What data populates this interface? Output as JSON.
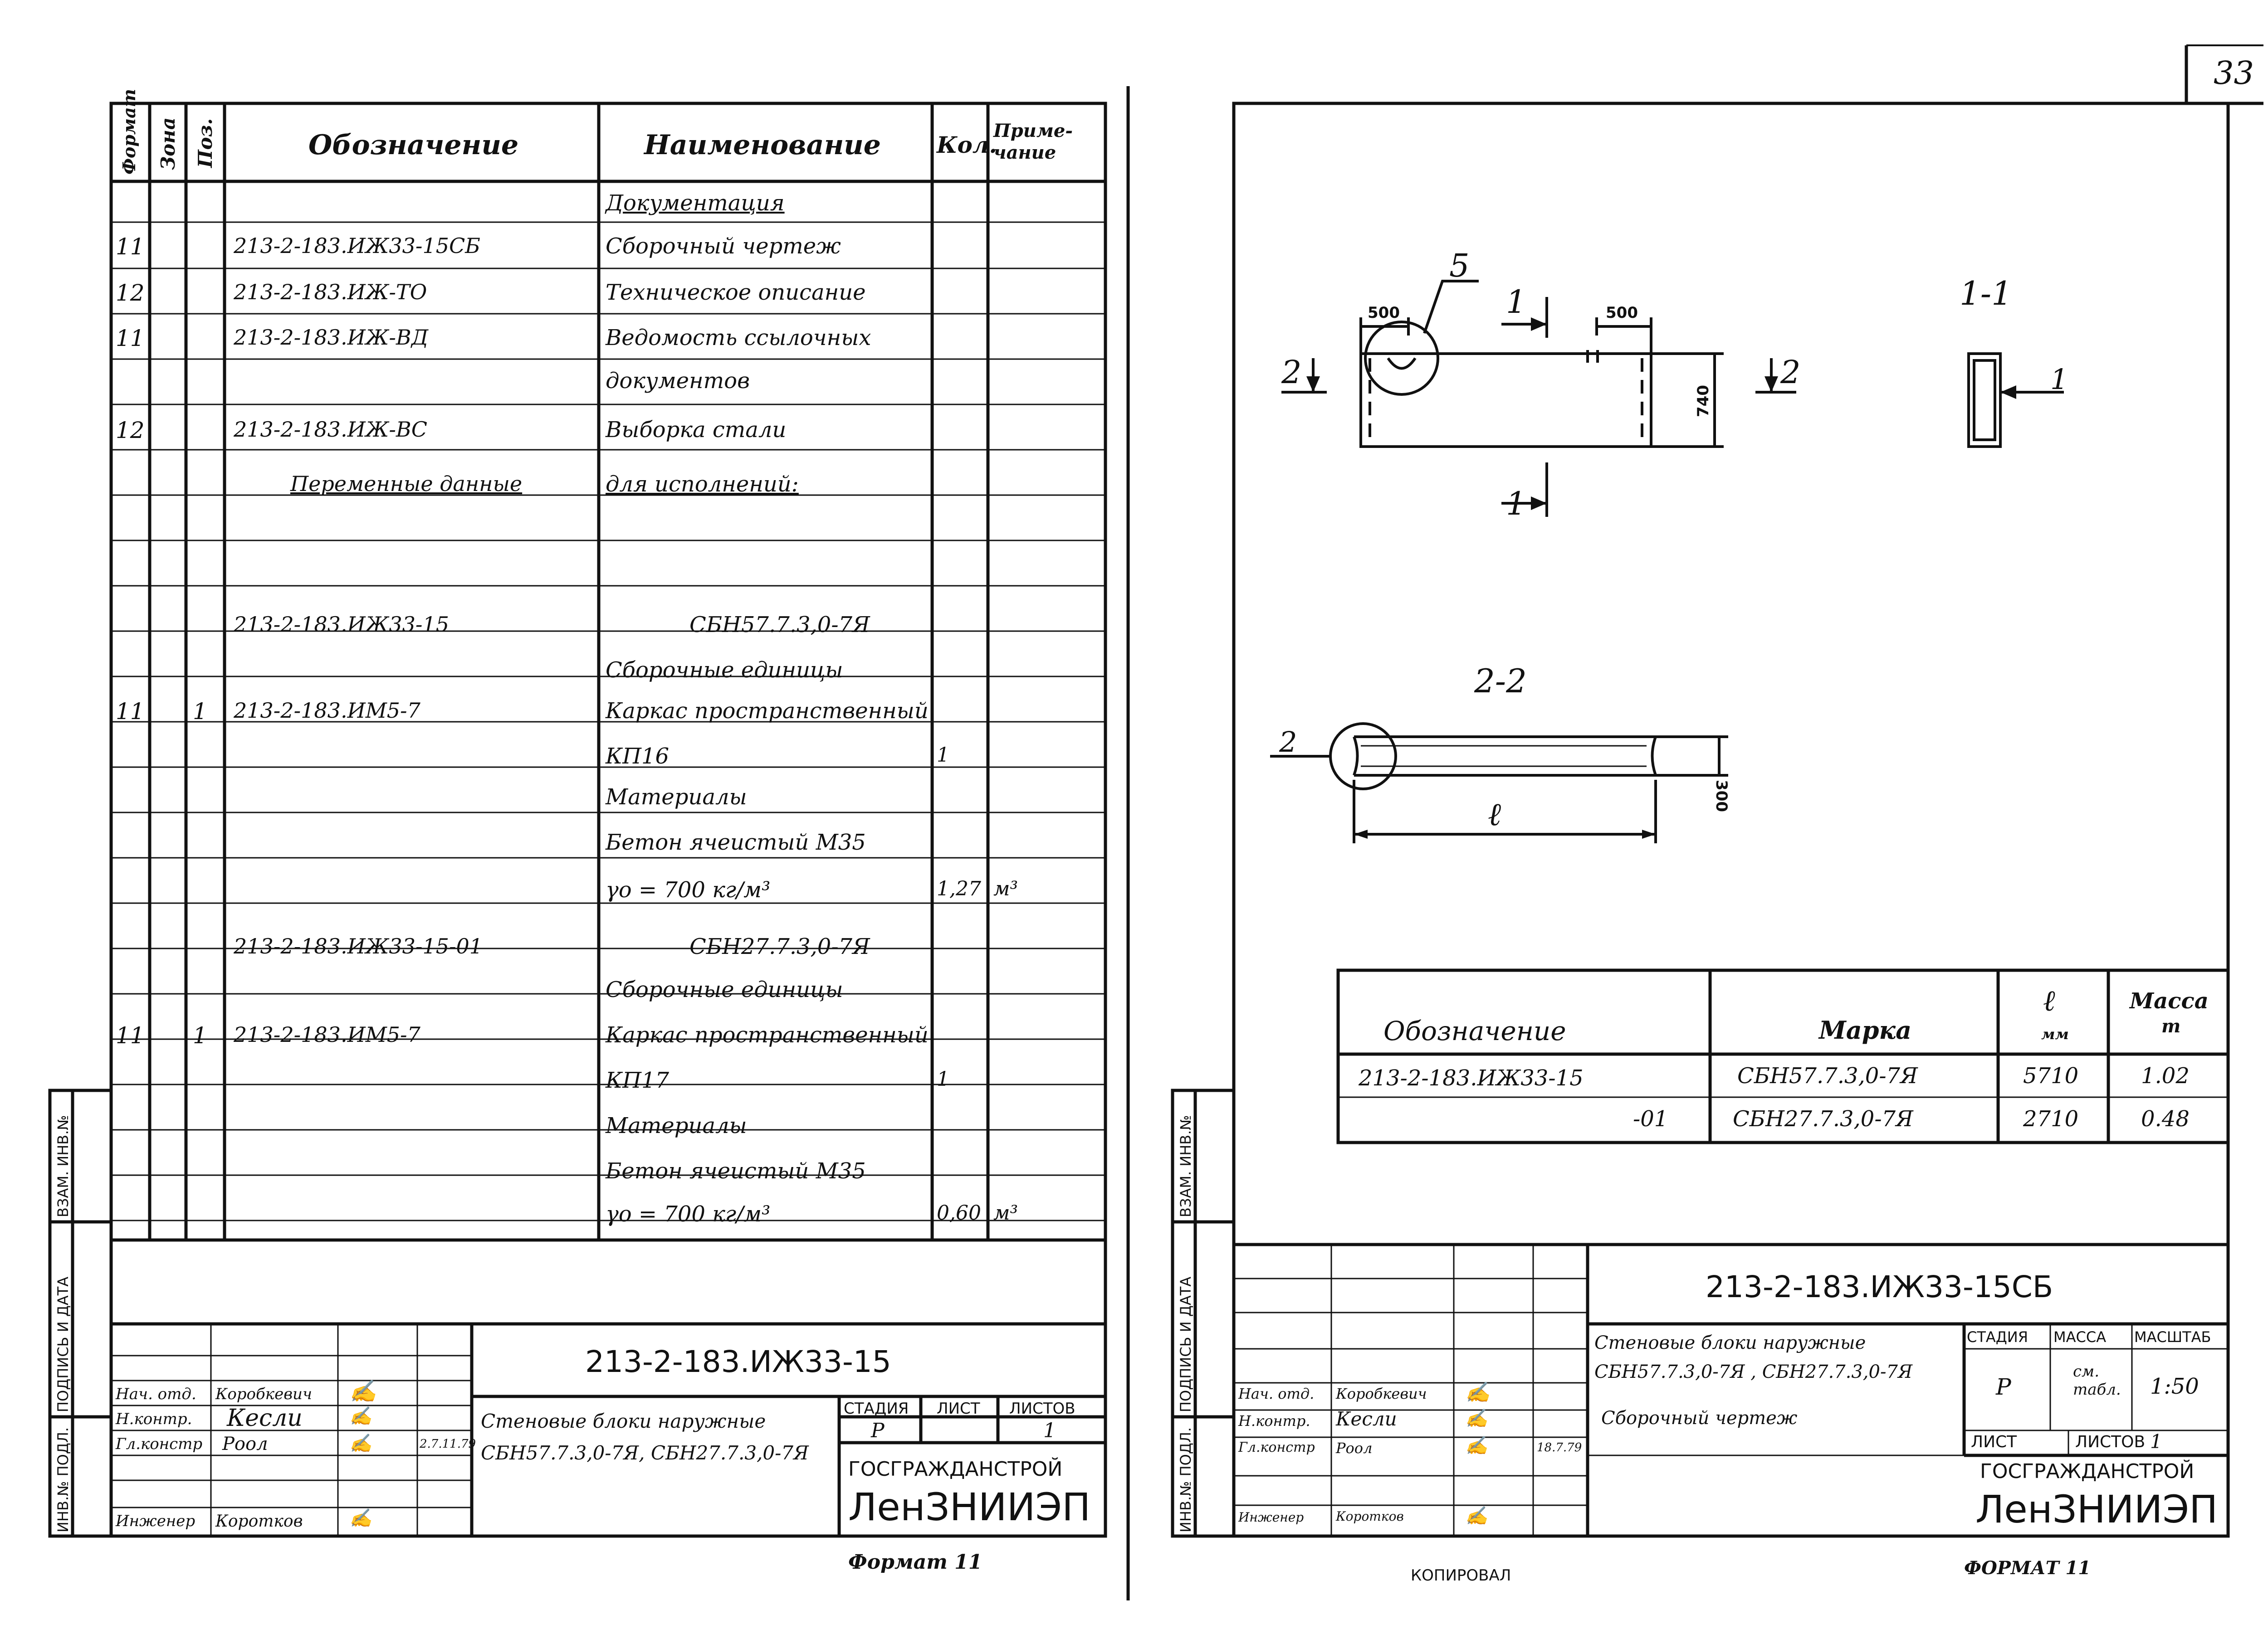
{
  "page_number": "33",
  "left_sheet": {
    "headers": {
      "format": "Формат",
      "zone": "Зона",
      "pos": "Поз.",
      "designation": "Обозначение",
      "name": "Наименование",
      "qty": "Кол.",
      "note": "Приме-\nчание"
    },
    "rows": [
      {
        "name": "Документация"
      },
      {
        "fmt": "11",
        "des": "213-2-183.ИЖ33-15СБ",
        "name": "Сборочный чертеж"
      },
      {
        "fmt": "12",
        "des": "213-2-183.ИЖ-ТО",
        "name": "Техническое описание"
      },
      {
        "fmt": "11",
        "des": "213-2-183.ИЖ-ВД",
        "name": "Ведомость ссылочных"
      },
      {
        "name": "документов"
      },
      {
        "fmt": "12",
        "des": "213-2-183.ИЖ-ВС",
        "name": "Выборка стали"
      },
      {
        "des": "Переменные данные",
        "name": "для исполнений:"
      },
      {
        "des": "213-2-183.ИЖ33-15",
        "name": "СБН57.7.3,0-7Я"
      },
      {
        "name": "Сборочные единицы"
      },
      {
        "fmt": "11",
        "pos": "1",
        "des": "213-2-183.ИМ5-7",
        "name": "Каркас пространственный"
      },
      {
        "name": "КП16",
        "qty": "1"
      },
      {
        "name": "Материалы"
      },
      {
        "name": "Бетон ячеистый М35"
      },
      {
        "name": "γo = 700 кг/м³",
        "qty": "1,27",
        "note": "м³"
      },
      {
        "des": "213-2-183.ИЖ33-15-01",
        "name": "СБН27.7.3,0-7Я"
      },
      {
        "name": "Сборочные единицы"
      },
      {
        "fmt": "11",
        "pos": "1",
        "des": "213-2-183.ИМ5-7",
        "name": "Каркас пространственный"
      },
      {
        "name": "КП17",
        "qty": "1"
      },
      {
        "name": "Материалы"
      },
      {
        "name": "Бетон ячеистый М35"
      },
      {
        "name": "γo = 700 кг/м³",
        "qty": "0,60",
        "note": "м³"
      }
    ],
    "title_block": {
      "doc_code": "213-2-183.ИЖ33-15",
      "title": "Стеновые блоки наружные\nСБН57.7.3,0-7Я, СБН27.7.3,0-7Я",
      "roles": [
        "Нач. отд.",
        "Н.контр.",
        "Гл.констр",
        "Инженер"
      ],
      "names": [
        "Коробкевич",
        "Кесли",
        "Роол",
        "Коротков"
      ],
      "date": "2.7.11.79",
      "stage_label": "СТАДИЯ",
      "sheet_label": "ЛИСТ",
      "sheets_label": "ЛИСТОВ",
      "stage": "Р",
      "sheet": "",
      "sheets": "1",
      "org": "ГОСГРАЖДАНСТРОЙ",
      "institute": "ЛенЗНИИЭП"
    },
    "side_labels": [
      "ИНВ.№ ПОДЛ.",
      "ПОДПИСЬ И ДАТА",
      "ВЗАМ. ИНВ.№"
    ],
    "format_note": "Формат 11"
  },
  "right_sheet": {
    "drawing": {
      "dims": [
        "500",
        "500",
        "740",
        "300"
      ],
      "leaders": [
        "5",
        "1",
        "1",
        "2",
        "2",
        "1",
        "2"
      ],
      "section_labels": [
        "1-1",
        "2-2"
      ],
      "length_symbol": "ℓ"
    },
    "table": {
      "headers": [
        "Обозначение",
        "Марка",
        "ℓ",
        "мм",
        "Масса",
        "т"
      ],
      "rows": [
        [
          "213-2-183.ИЖ33-15",
          "СБН57.7.3,0-7Я",
          "5710",
          "1.02"
        ],
        [
          "-01",
          "СБН27.7.3,0-7Я",
          "2710",
          "0.48"
        ]
      ]
    },
    "title_block": {
      "doc_code": "213-2-183.ИЖ33-15СБ",
      "title": "Стеновые блоки наружные\nСБН57.7.3,0-7Я , СБН27.7.3,0-7Я",
      "subtitle": "Сборочный чертеж",
      "roles": [
        "Нач. отд.",
        "Н.контр.",
        "Гл.констр",
        "Инженер"
      ],
      "names": [
        "Коробкевич",
        "Кесли",
        "Роол",
        "Коротков"
      ],
      "date": "18.7.79",
      "stage_label": "СТАДИЯ",
      "mass_label": "МАССА",
      "scale_label": "МАСШТАБ",
      "stage": "Р",
      "mass": "см.\nтабл.",
      "scale": "1:50",
      "sheet_label": "ЛИСТ",
      "sheets_label": "ЛИСТОВ",
      "sheets": "1",
      "org": "ГОСГРАЖДАНСТРОЙ",
      "institute": "ЛенЗНИИЭП"
    },
    "side_labels": [
      "ИНВ.№ ПОДЛ.",
      "ПОДПИСЬ И ДАТА",
      "ВЗАМ. ИНВ.№"
    ],
    "copied": "КОПИРОВАЛ",
    "format_note": "ФОРМАТ 11"
  }
}
